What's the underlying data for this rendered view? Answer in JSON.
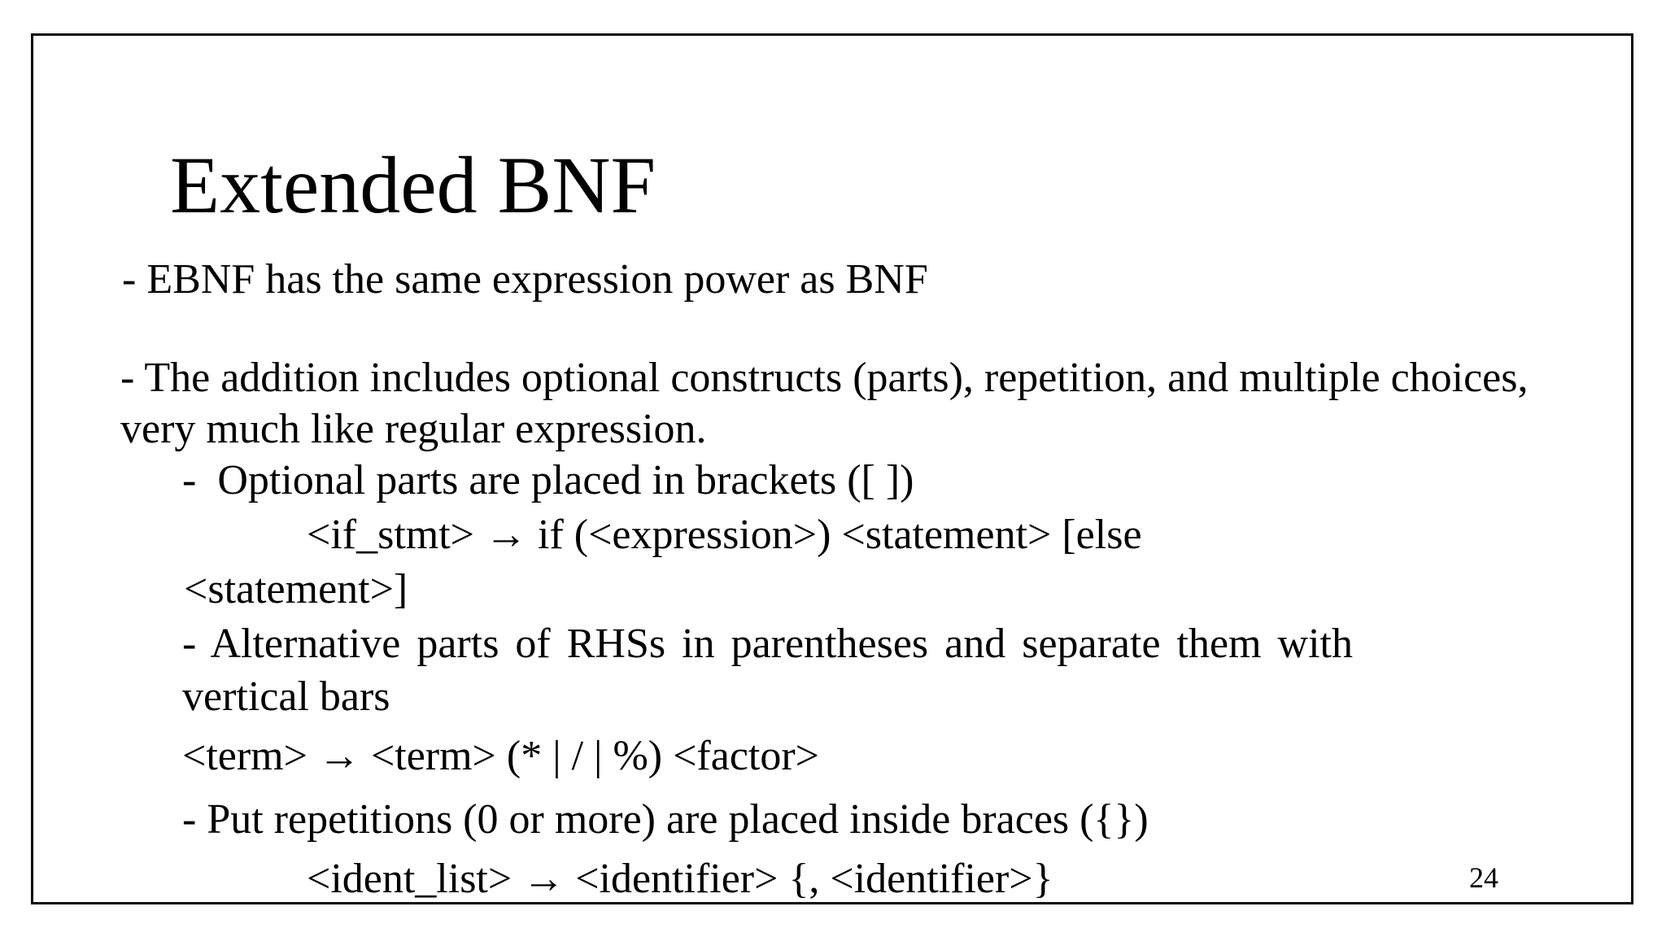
{
  "slide": {
    "title": "Extended BNF",
    "page_number": "24",
    "bullets": {
      "b1": "- EBNF has the same expression power as BNF",
      "b2_line1": "- The addition includes optional constructs (parts), repetition, and multiple choices,",
      "b2_line2": "very much like regular expression.",
      "sub_optional": "-  Optional parts are placed in brackets ([ ])",
      "rule_if_line1": "<if_stmt> → if (<expression>) <statement> [else",
      "rule_if_line2": "<statement>]",
      "sub_alternative_line1": "- Alternative parts of RHSs in parentheses and separate them with",
      "sub_alternative_line2": "vertical bars",
      "rule_term": "<term> → <term> (* | / | %) <factor>",
      "sub_repetition": "- Put repetitions (0 or more) are placed inside braces ({})",
      "rule_ident_list": "<ident_list> → <identifier> {, <identifier>}"
    }
  }
}
